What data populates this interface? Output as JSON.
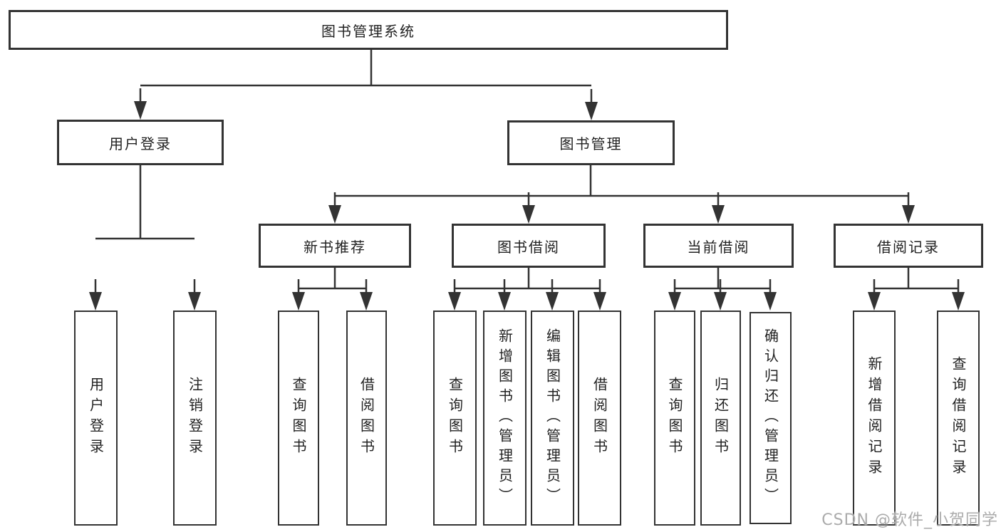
{
  "diagram": {
    "title": "图书管理系统",
    "watermark": "CSDN @软件_小贺同学",
    "colors": {
      "line": "#333333",
      "box_border": "#333333",
      "box_fill": "#ffffff",
      "text": "#222222",
      "watermark": "#ababab",
      "background": "#ffffff"
    },
    "nodes": {
      "root": {
        "label": "图书管理系统"
      },
      "user_login": {
        "label": "用户登录"
      },
      "book_management": {
        "label": "图书管理"
      },
      "new_book_recommendation": {
        "label": "新书推荐"
      },
      "book_borrowing": {
        "label": "图书借阅"
      },
      "current_borrowing": {
        "label": "当前借阅"
      },
      "borrowing_records": {
        "label": "借阅记录"
      },
      "leaf_user_login": {
        "label": "用户登录"
      },
      "leaf_logout": {
        "label": "注销登录"
      },
      "leaf_query_books_recommend": {
        "label": "查询图书"
      },
      "leaf_borrow_books_recommend": {
        "label": "借阅图书"
      },
      "leaf_query_books_borrowing": {
        "label": "查询图书"
      },
      "leaf_add_book_admin": {
        "label": "新增图书（管理员）"
      },
      "leaf_edit_book_admin": {
        "label": "编辑图书（管理员）"
      },
      "leaf_borrow_books_borrowing": {
        "label": "借阅图书"
      },
      "leaf_query_books_current": {
        "label": "查询图书"
      },
      "leaf_return_book": {
        "label": "归还图书"
      },
      "leaf_confirm_return_admin": {
        "label": "确认归还（管理员）"
      },
      "leaf_add_borrowing_record": {
        "label": "新增借阅记录"
      },
      "leaf_query_borrowing_record": {
        "label": "查询借阅记录"
      }
    },
    "hierarchy": {
      "图书管理系统": [
        "用户登录",
        "图书管理"
      ],
      "用户登录": [
        "用户登录",
        "注销登录"
      ],
      "图书管理": [
        "新书推荐",
        "图书借阅",
        "当前借阅",
        "借阅记录"
      ],
      "新书推荐": [
        "查询图书",
        "借阅图书"
      ],
      "图书借阅": [
        "查询图书",
        "新增图书（管理员）",
        "编辑图书（管理员）",
        "借阅图书"
      ],
      "当前借阅": [
        "查询图书",
        "归还图书",
        "确认归还（管理员）"
      ],
      "借阅记录": [
        "新增借阅记录",
        "查询借阅记录"
      ]
    }
  }
}
